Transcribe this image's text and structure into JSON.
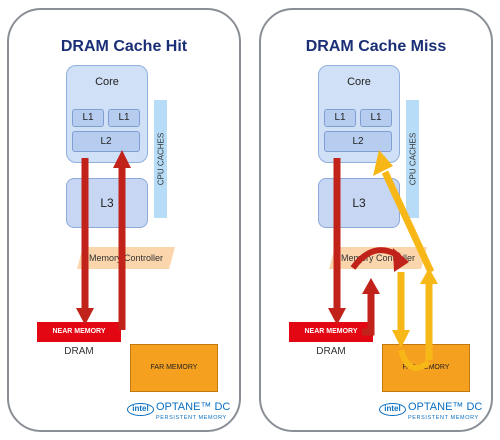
{
  "panels": [
    {
      "title": "DRAM Cache Hit",
      "core_label": "Core",
      "l1_labels": [
        "L1",
        "L1"
      ],
      "l2_label": "L2",
      "l3_label": "L3",
      "cpu_caches_label": "CPU CACHES",
      "memory_controller_label": "Memory Controller",
      "near_memory_label": "NEAR MEMORY",
      "dram_label": "DRAM",
      "far_memory_label": "FAR MEMORY",
      "brand": {
        "intel": "intel",
        "optane": "OPTANE™ DC",
        "sub": "PERSISTENT MEMORY"
      }
    },
    {
      "title": "DRAM Cache Miss",
      "core_label": "Core",
      "l1_labels": [
        "L1",
        "L1"
      ],
      "l2_label": "L2",
      "l3_label": "L3",
      "cpu_caches_label": "CPU CACHES",
      "memory_controller_label": "Memory Controller",
      "near_memory_label": "NEAR MEMORY",
      "dram_label": "DRAM",
      "far_memory_label": "FAR MEMORY",
      "brand": {
        "intel": "intel",
        "optane": "OPTANE™ DC",
        "sub": "PERSISTENT MEMORY"
      }
    }
  ],
  "colors": {
    "title": "#1a2f75",
    "red_arrow": "#c1221a",
    "yellow_arrow": "#f7b817",
    "near_memory": "#e30613",
    "far_memory": "#f6a020",
    "brand_blue": "#0a6fc2"
  }
}
